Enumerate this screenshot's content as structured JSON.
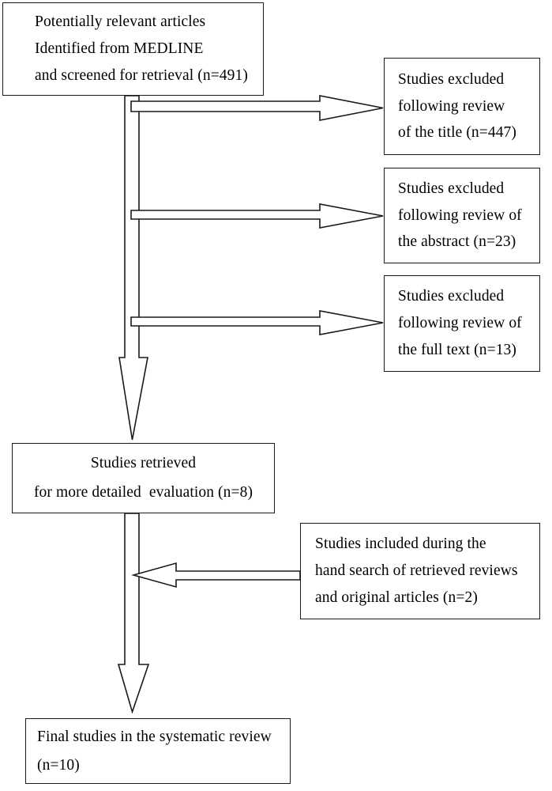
{
  "diagram": {
    "title": "Systematic review study selection flow diagram",
    "type": "flowchart",
    "stroke_color": "#1a1a1a",
    "fill_color": "#ffffff",
    "nodes": {
      "identified": {
        "lines": [
          "Potentially relevant articles",
          "Identified from MEDLINE",
          "and screened for retrieval (n=491)"
        ],
        "count": 491
      },
      "excluded_title": {
        "lines": [
          "Studies excluded",
          "following review",
          "of the title (n=447)"
        ],
        "count": 447
      },
      "excluded_abstract": {
        "lines": [
          "Studies excluded",
          "following review of",
          "the abstract (n=23)"
        ],
        "count": 23
      },
      "excluded_fulltext": {
        "lines": [
          "Studies excluded",
          "following review of",
          "the full text (n=13)"
        ],
        "count": 13
      },
      "retrieved": {
        "lines": [
          "Studies retrieved",
          "for more detailed  evaluation (n=8)"
        ],
        "count": 8
      },
      "hand_search": {
        "lines": [
          "Studies included during the",
          "hand search of retrieved reviews",
          "and original articles (n=2)"
        ],
        "count": 2
      },
      "final": {
        "lines": [
          "Final studies in the systematic review",
          "(n=10)"
        ],
        "count": 10
      }
    },
    "connectors": [
      {
        "name": "trunk-upper",
        "direction": "down",
        "from": "identified",
        "to": "retrieved"
      },
      {
        "name": "exclude-title",
        "direction": "right",
        "from": "trunk-upper",
        "to": "excluded_title"
      },
      {
        "name": "exclude-abstract",
        "direction": "right",
        "from": "trunk-upper",
        "to": "excluded_abstract"
      },
      {
        "name": "exclude-fulltext",
        "direction": "right",
        "from": "trunk-upper",
        "to": "excluded_fulltext"
      },
      {
        "name": "hand-search-inflow",
        "direction": "left",
        "from": "hand_search",
        "to": "trunk-lower"
      },
      {
        "name": "trunk-lower",
        "direction": "down",
        "from": "retrieved",
        "to": "final"
      }
    ]
  }
}
